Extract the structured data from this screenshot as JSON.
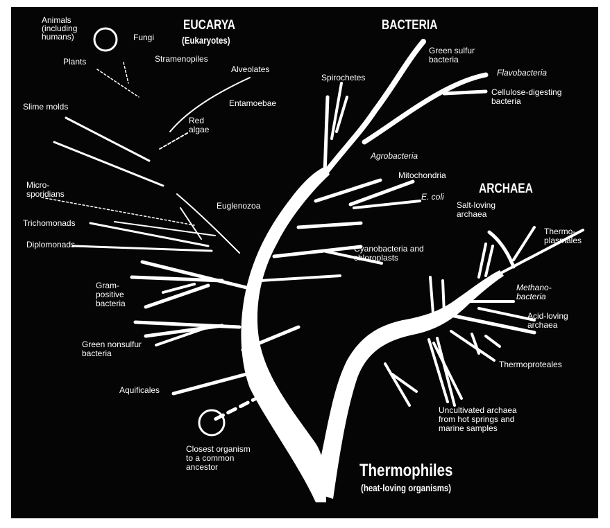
{
  "domains": {
    "eucarya": "EUCARYA",
    "eucarya_sub": "(Eukaryotes)",
    "bacteria": "BACTERIA",
    "archaea": "ARCHAEA"
  },
  "root": {
    "title": "Thermophiles",
    "subtitle": "(heat-loving organisms)"
  },
  "eucarya_groups": {
    "animals": "Animals\n(including\nhumans)",
    "fungi": "Fungi",
    "plants": "Plants",
    "stramenopiles": "Stramenopiles",
    "alveolates": "Alveolates",
    "slime_molds": "Slime molds",
    "entamoebae": "Entamoebae",
    "red_algae": "Red\nalgae",
    "microsporidians": "Micro-\nsporidians",
    "euglenozoa": "Euglenozoa",
    "trichomonads": "Trichomonads",
    "diplomonads": "Diplomonads"
  },
  "bacteria_groups": {
    "spirochetes": "Spirochetes",
    "green_sulfur": "Green sulfur\nbacteria",
    "flavobacteria": "Flavobacteria",
    "cellulose": "Cellulose-digesting\nbacteria",
    "agrobacteria": "Agrobacteria",
    "mitochondria": "Mitochondria",
    "ecoli": "E. coli",
    "cyanobacteria": "Cyanobacteria and\nchloroplasts",
    "gram_positive": "Gram-\npositive\nbacteria",
    "green_nonsulfur": "Green nonsulfur\nbacteria",
    "aquificales": "Aquificales",
    "ancestor": "Closest organism\nto a common\nancestor"
  },
  "archaea_groups": {
    "salt_loving": "Salt-loving\narchaea",
    "thermoplasmales": "Thermo-\nplasmales",
    "methanobacteria": "Methano-\nbacteria",
    "acid_loving": "Acid-loving\narchaea",
    "thermoproteales": "Thermoproteales",
    "uncultivated": "Uncultivated archaea\nfrom hot springs and\nmarine samples"
  },
  "colors": {
    "background": "#050505",
    "foreground": "#ffffff",
    "page": "#ffffff"
  }
}
